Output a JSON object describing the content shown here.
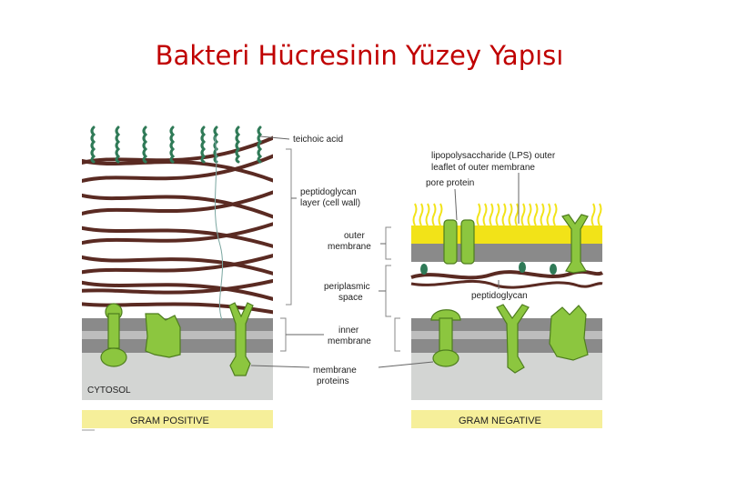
{
  "title": "Bakteri Hücresinin Yüzey Yapısı",
  "labels": {
    "teichoic_acid": "teichoic acid",
    "peptidoglycan_layer_1": "peptidoglycan",
    "peptidoglycan_layer_2": "layer (cell wall)",
    "outer_membrane_1": "outer",
    "outer_membrane_2": "membrane",
    "periplasmic_1": "periplasmic",
    "periplasmic_2": "space",
    "inner_membrane_1": "inner",
    "inner_membrane_2": "membrane",
    "membrane_proteins_1": "membrane",
    "membrane_proteins_2": "proteins",
    "lps_1": "lipopolysaccharide (LPS) outer",
    "lps_2": "leaflet of outer membrane",
    "pore_protein": "pore protein",
    "peptidoglycan": "peptidoglycan",
    "cytosol": "CYTOSOL",
    "gram_positive": "GRAM POSITIVE",
    "gram_negative": "GRAM NEGATIVE"
  },
  "colors": {
    "title": "#c00000",
    "peptidoglycan": "#5a2a22",
    "teichoic": "#2f7a57",
    "protein": "#8cc63f",
    "membrane": "#8a8a8a",
    "lps": "#f2e318",
    "cytosol": "#d3d5d3",
    "strip": "#f6ef9a"
  }
}
